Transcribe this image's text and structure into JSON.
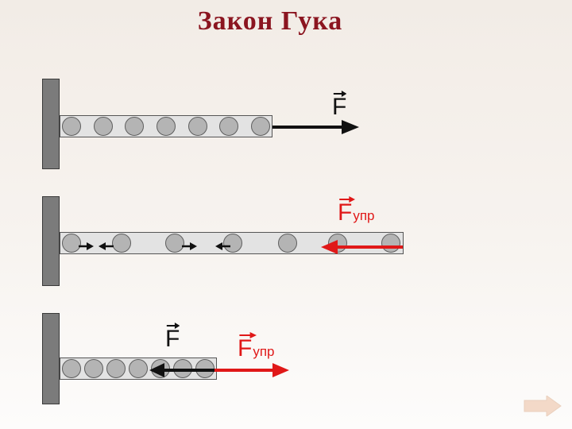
{
  "title": "Закон Гука",
  "labels": {
    "force": "F",
    "elastic_main": "F",
    "elastic_sub": "упр"
  },
  "colors": {
    "title": "#8b1520",
    "applied_force": "#111111",
    "elastic_force": "#e01818",
    "wall": "#7b7b7b",
    "rod": "#e3e3e3",
    "ball": "#b4b4b4",
    "nav": "#f3d9c8"
  },
  "icons": {
    "nav": "next-slide-arrow-icon"
  }
}
